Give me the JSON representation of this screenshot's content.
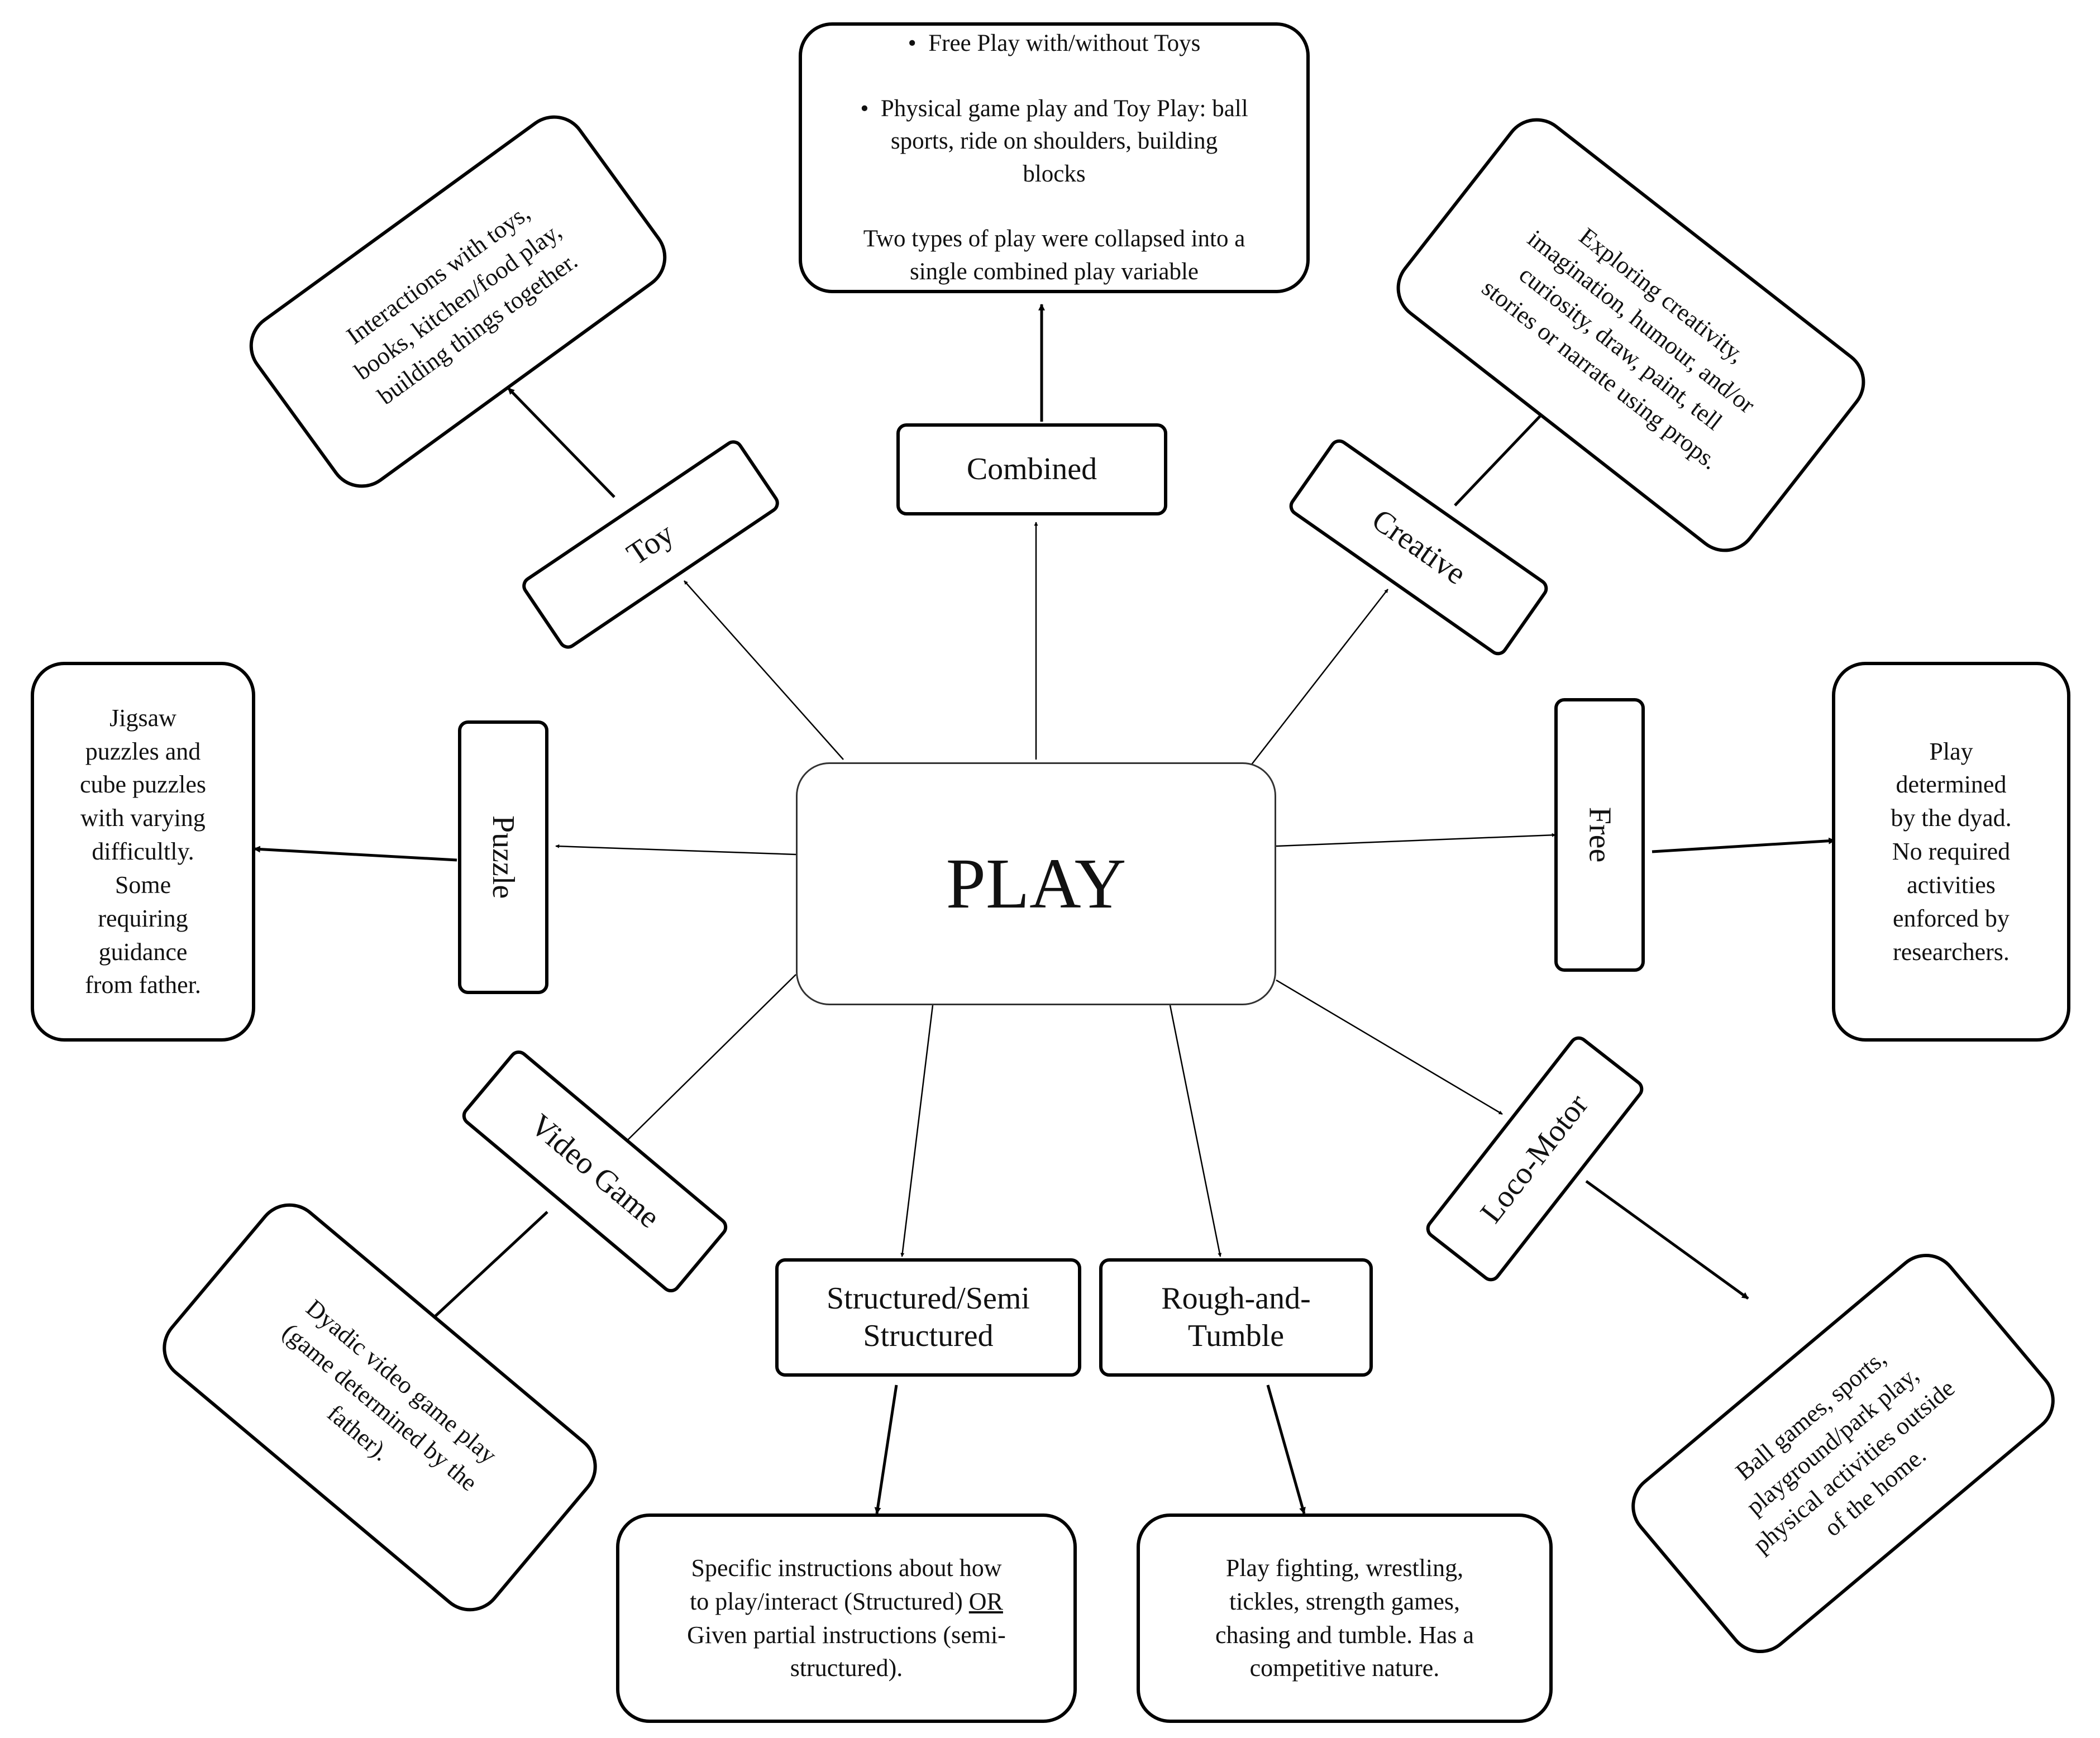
{
  "center": {
    "label": "PLAY"
  },
  "categories": {
    "combined": "Combined",
    "toy": "Toy",
    "creative": "Creative",
    "puzzle": "Puzzle",
    "free": "Free",
    "video_game": "Video Game",
    "structured": "Structured/Semi\nStructured",
    "rough": "Rough-and-\nTumble",
    "locomotor": "Loco-Motor"
  },
  "descriptions": {
    "combined": {
      "bullet1": "Free Play with/without Toys",
      "bullet2": "Physical game play and Toy Play: ball\nsports, ride on shoulders, building\nblocks",
      "note": "Two types of play were collapsed into a\nsingle combined play variable"
    },
    "toy": "Interactions with toys,\nbooks, kitchen/food play,\nbuilding things together.",
    "creative": "Exploring creativity,\nimagination, humour, and/or\ncuriosity, draw, paint, tell\nstories or narrate using props.",
    "puzzle": "Jigsaw\npuzzles and\ncube puzzles\nwith varying\ndifficultly.\nSome\nrequiring\nguidance\nfrom father.",
    "free": "Play\ndetermined\nby the dyad.\nNo required\nactivities\nenforced by\nresearchers.",
    "video_game": "Dyadic video game play\n(game determined by the\nfather).",
    "structured": {
      "part1": "Specific instructions about how\nto play/interact (Structured) ",
      "or": "OR",
      "part2": "\nGiven partial instructions (semi-\nstructured)."
    },
    "rough": "Play fighting, wrestling,\ntickles, strength games,\nchasing and tumble. Has a\ncompetitive nature.",
    "locomotor": "Ball games, sports,\nplayground/park play,\nphysical activities outside\nof the home."
  }
}
